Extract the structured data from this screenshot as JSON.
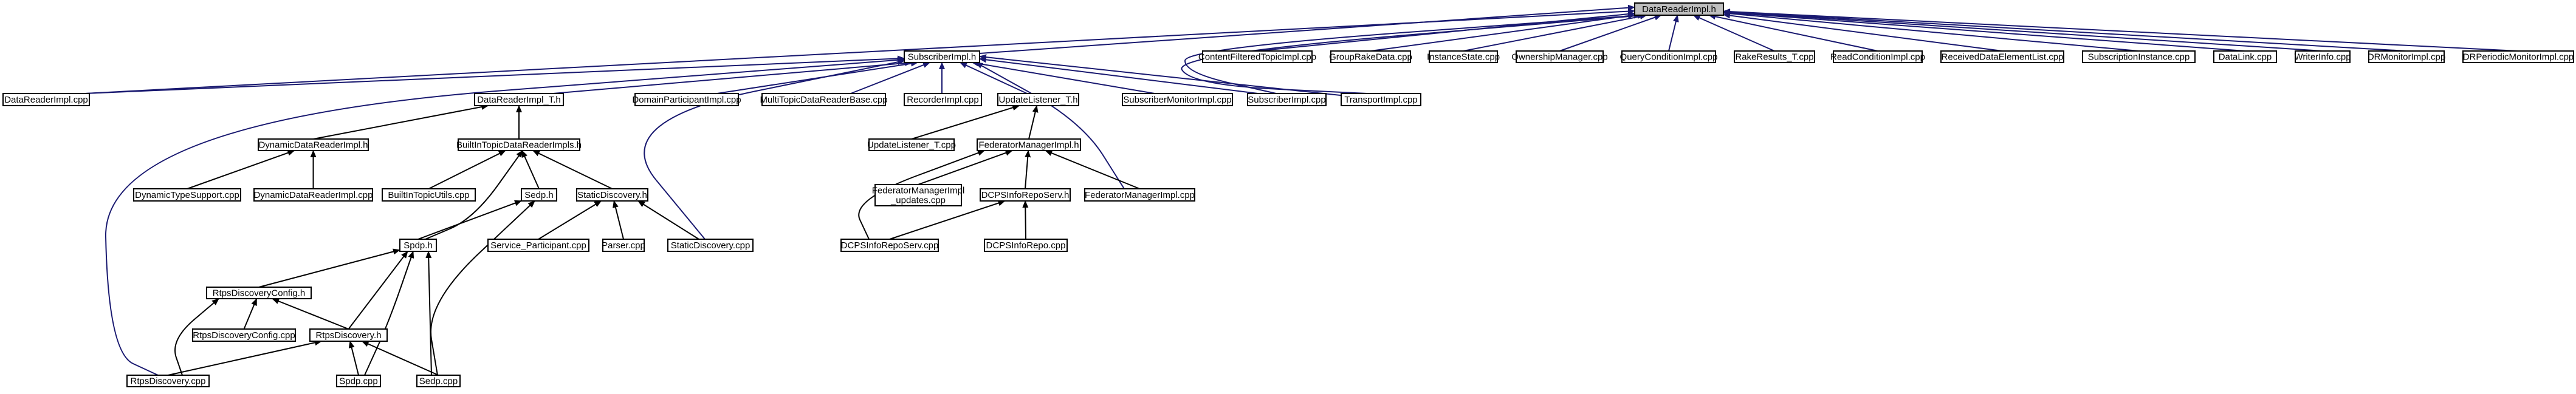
{
  "diagram": {
    "title": "DataReaderImpl.h",
    "nodes": [
      {
        "id": "root",
        "label": "DataReaderImpl.h",
        "root": true
      },
      {
        "id": "subImplH",
        "label": "SubscriberImpl.h"
      },
      {
        "id": "drImplCpp",
        "label": "DataReaderImpl.cpp"
      },
      {
        "id": "cftCpp",
        "label": "ContentFilteredTopicImpl.cpp"
      },
      {
        "id": "grcCpp",
        "label": "GroupRakeData.cpp"
      },
      {
        "id": "isCpp",
        "label": "InstanceState.cpp"
      },
      {
        "id": "omCpp",
        "label": "OwnershipManager.cpp"
      },
      {
        "id": "qcCpp",
        "label": "QueryConditionImpl.cpp"
      },
      {
        "id": "rrCpp",
        "label": "RakeResults_T.cpp"
      },
      {
        "id": "rcCpp",
        "label": "ReadConditionImpl.cpp"
      },
      {
        "id": "rdeCpp",
        "label": "ReceivedDataElementList.cpp"
      },
      {
        "id": "siCpp",
        "label": "SubscriptionInstance.cpp"
      },
      {
        "id": "dlCpp",
        "label": "DataLink.cpp"
      },
      {
        "id": "wiCpp",
        "label": "WriterInfo.cpp"
      },
      {
        "id": "drmCpp",
        "label": "DRMonitorImpl.cpp"
      },
      {
        "id": "drpmCpp",
        "label": "DRPeriodicMonitorImpl.cpp"
      },
      {
        "id": "drImplTH",
        "label": "DataReaderImpl_T.h"
      },
      {
        "id": "dpImplCpp",
        "label": "DomainParticipantImpl.cpp"
      },
      {
        "id": "mtdrbCpp",
        "label": "MultiTopicDataReaderBase.cpp"
      },
      {
        "id": "recImplCpp",
        "label": "RecorderImpl.cpp"
      },
      {
        "id": "ulTH",
        "label": "UpdateListener_T.h"
      },
      {
        "id": "smImplCpp",
        "label": "SubscriberMonitorImpl.cpp"
      },
      {
        "id": "subImplCpp",
        "label": "SubscriberImpl.cpp"
      },
      {
        "id": "transImplCpp",
        "label": "TransportImpl.cpp"
      },
      {
        "id": "ddrImplH",
        "label": "DynamicDataReaderImpl.h"
      },
      {
        "id": "bitdrImplsH",
        "label": "BuiltInTopicDataReaderImpls.h"
      },
      {
        "id": "ulTCpp",
        "label": "UpdateListener_T.cpp"
      },
      {
        "id": "fmImplH",
        "label": "FederatorManagerImpl.h"
      },
      {
        "id": "dtsCpp",
        "label": "DynamicTypeSupport.cpp"
      },
      {
        "id": "ddrImplCpp",
        "label": "DynamicDataReaderImpl.cpp"
      },
      {
        "id": "bituCpp",
        "label": "BuiltInTopicUtils.cpp"
      },
      {
        "id": "sedpH",
        "label": "Sedp.h"
      },
      {
        "id": "sdH",
        "label": "StaticDiscovery.h"
      },
      {
        "id": "fmImplUpdCpp",
        "label": "FederatorManagerImpl\n_updates.cpp"
      },
      {
        "id": "dcpsServH",
        "label": "DCPSInfoRepoServ.h"
      },
      {
        "id": "fmImplCpp",
        "label": "FederatorManagerImpl.cpp"
      },
      {
        "id": "spdpH",
        "label": "Spdp.h"
      },
      {
        "id": "servPartCpp",
        "label": "Service_Participant.cpp"
      },
      {
        "id": "parserCpp",
        "label": "Parser.cpp"
      },
      {
        "id": "sdCpp",
        "label": "StaticDiscovery.cpp"
      },
      {
        "id": "dcpsServCpp",
        "label": "DCPSInfoRepoServ.cpp"
      },
      {
        "id": "dcpsRepoCpp",
        "label": "DCPSInfoRepo.cpp"
      },
      {
        "id": "rdcH",
        "label": "RtpsDiscoveryConfig.h"
      },
      {
        "id": "rdcCpp",
        "label": "RtpsDiscoveryConfig.cpp"
      },
      {
        "id": "rdH",
        "label": "RtpsDiscovery.h"
      },
      {
        "id": "rdCpp",
        "label": "RtpsDiscovery.cpp"
      },
      {
        "id": "spdpCpp",
        "label": "Spdp.cpp"
      },
      {
        "id": "sedpCpp",
        "label": "Sedp.cpp"
      }
    ],
    "edges": [
      {
        "from": "root",
        "to": "subImplH"
      },
      {
        "from": "root",
        "to": "drImplCpp"
      },
      {
        "from": "root",
        "to": "cftCpp"
      },
      {
        "from": "root",
        "to": "grcCpp"
      },
      {
        "from": "root",
        "to": "isCpp"
      },
      {
        "from": "root",
        "to": "omCpp"
      },
      {
        "from": "root",
        "to": "qcCpp"
      },
      {
        "from": "root",
        "to": "rrCpp"
      },
      {
        "from": "root",
        "to": "rcCpp"
      },
      {
        "from": "root",
        "to": "rdeCpp"
      },
      {
        "from": "root",
        "to": "siCpp"
      },
      {
        "from": "root",
        "to": "dlCpp"
      },
      {
        "from": "root",
        "to": "wiCpp"
      },
      {
        "from": "root",
        "to": "drmCpp"
      },
      {
        "from": "root",
        "to": "drpmCpp"
      },
      {
        "from": "root",
        "to": "subImplCpp"
      },
      {
        "from": "root",
        "to": "transImplCpp"
      },
      {
        "from": "subImplH",
        "to": "drImplCpp"
      },
      {
        "from": "subImplH",
        "to": "drImplTH"
      },
      {
        "from": "subImplH",
        "to": "dpImplCpp"
      },
      {
        "from": "subImplH",
        "to": "mtdrbCpp"
      },
      {
        "from": "subImplH",
        "to": "recImplCpp"
      },
      {
        "from": "subImplH",
        "to": "ulTH"
      },
      {
        "from": "subImplH",
        "to": "smImplCpp"
      },
      {
        "from": "subImplH",
        "to": "subImplCpp"
      },
      {
        "from": "subImplH",
        "to": "transImplCpp"
      },
      {
        "from": "subImplH",
        "to": "fmImplCpp"
      },
      {
        "from": "subImplH",
        "to": "sdCpp"
      },
      {
        "from": "subImplH",
        "to": "rdCpp"
      },
      {
        "from": "drImplTH",
        "to": "ddrImplH"
      },
      {
        "from": "drImplTH",
        "to": "bitdrImplsH"
      },
      {
        "from": "ulTH",
        "to": "ulTCpp"
      },
      {
        "from": "ulTH",
        "to": "fmImplH"
      },
      {
        "from": "ddrImplH",
        "to": "dtsCpp"
      },
      {
        "from": "ddrImplH",
        "to": "ddrImplCpp"
      },
      {
        "from": "bitdrImplsH",
        "to": "bituCpp"
      },
      {
        "from": "bitdrImplsH",
        "to": "sedpH"
      },
      {
        "from": "bitdrImplsH",
        "to": "sdH"
      },
      {
        "from": "bitdrImplsH",
        "to": "spdpH"
      },
      {
        "from": "fmImplH",
        "to": "fmImplUpdCpp"
      },
      {
        "from": "fmImplH",
        "to": "dcpsServH"
      },
      {
        "from": "fmImplH",
        "to": "fmImplCpp"
      },
      {
        "from": "fmImplH",
        "to": "dcpsServCpp"
      },
      {
        "from": "sedpH",
        "to": "spdpH"
      },
      {
        "from": "sedpH",
        "to": "sedpCpp"
      },
      {
        "from": "sdH",
        "to": "servPartCpp"
      },
      {
        "from": "sdH",
        "to": "parserCpp"
      },
      {
        "from": "sdH",
        "to": "sdCpp"
      },
      {
        "from": "dcpsServH",
        "to": "dcpsServCpp"
      },
      {
        "from": "dcpsServH",
        "to": "dcpsRepoCpp"
      },
      {
        "from": "spdpH",
        "to": "rdcH"
      },
      {
        "from": "spdpH",
        "to": "rdH"
      },
      {
        "from": "spdpH",
        "to": "spdpCpp"
      },
      {
        "from": "spdpH",
        "to": "sedpCpp"
      },
      {
        "from": "rdcH",
        "to": "rdcCpp"
      },
      {
        "from": "rdcH",
        "to": "rdH"
      },
      {
        "from": "rdcH",
        "to": "rdCpp"
      },
      {
        "from": "rdH",
        "to": "rdCpp"
      },
      {
        "from": "rdH",
        "to": "spdpCpp"
      },
      {
        "from": "rdH",
        "to": "sedpCpp"
      }
    ]
  }
}
